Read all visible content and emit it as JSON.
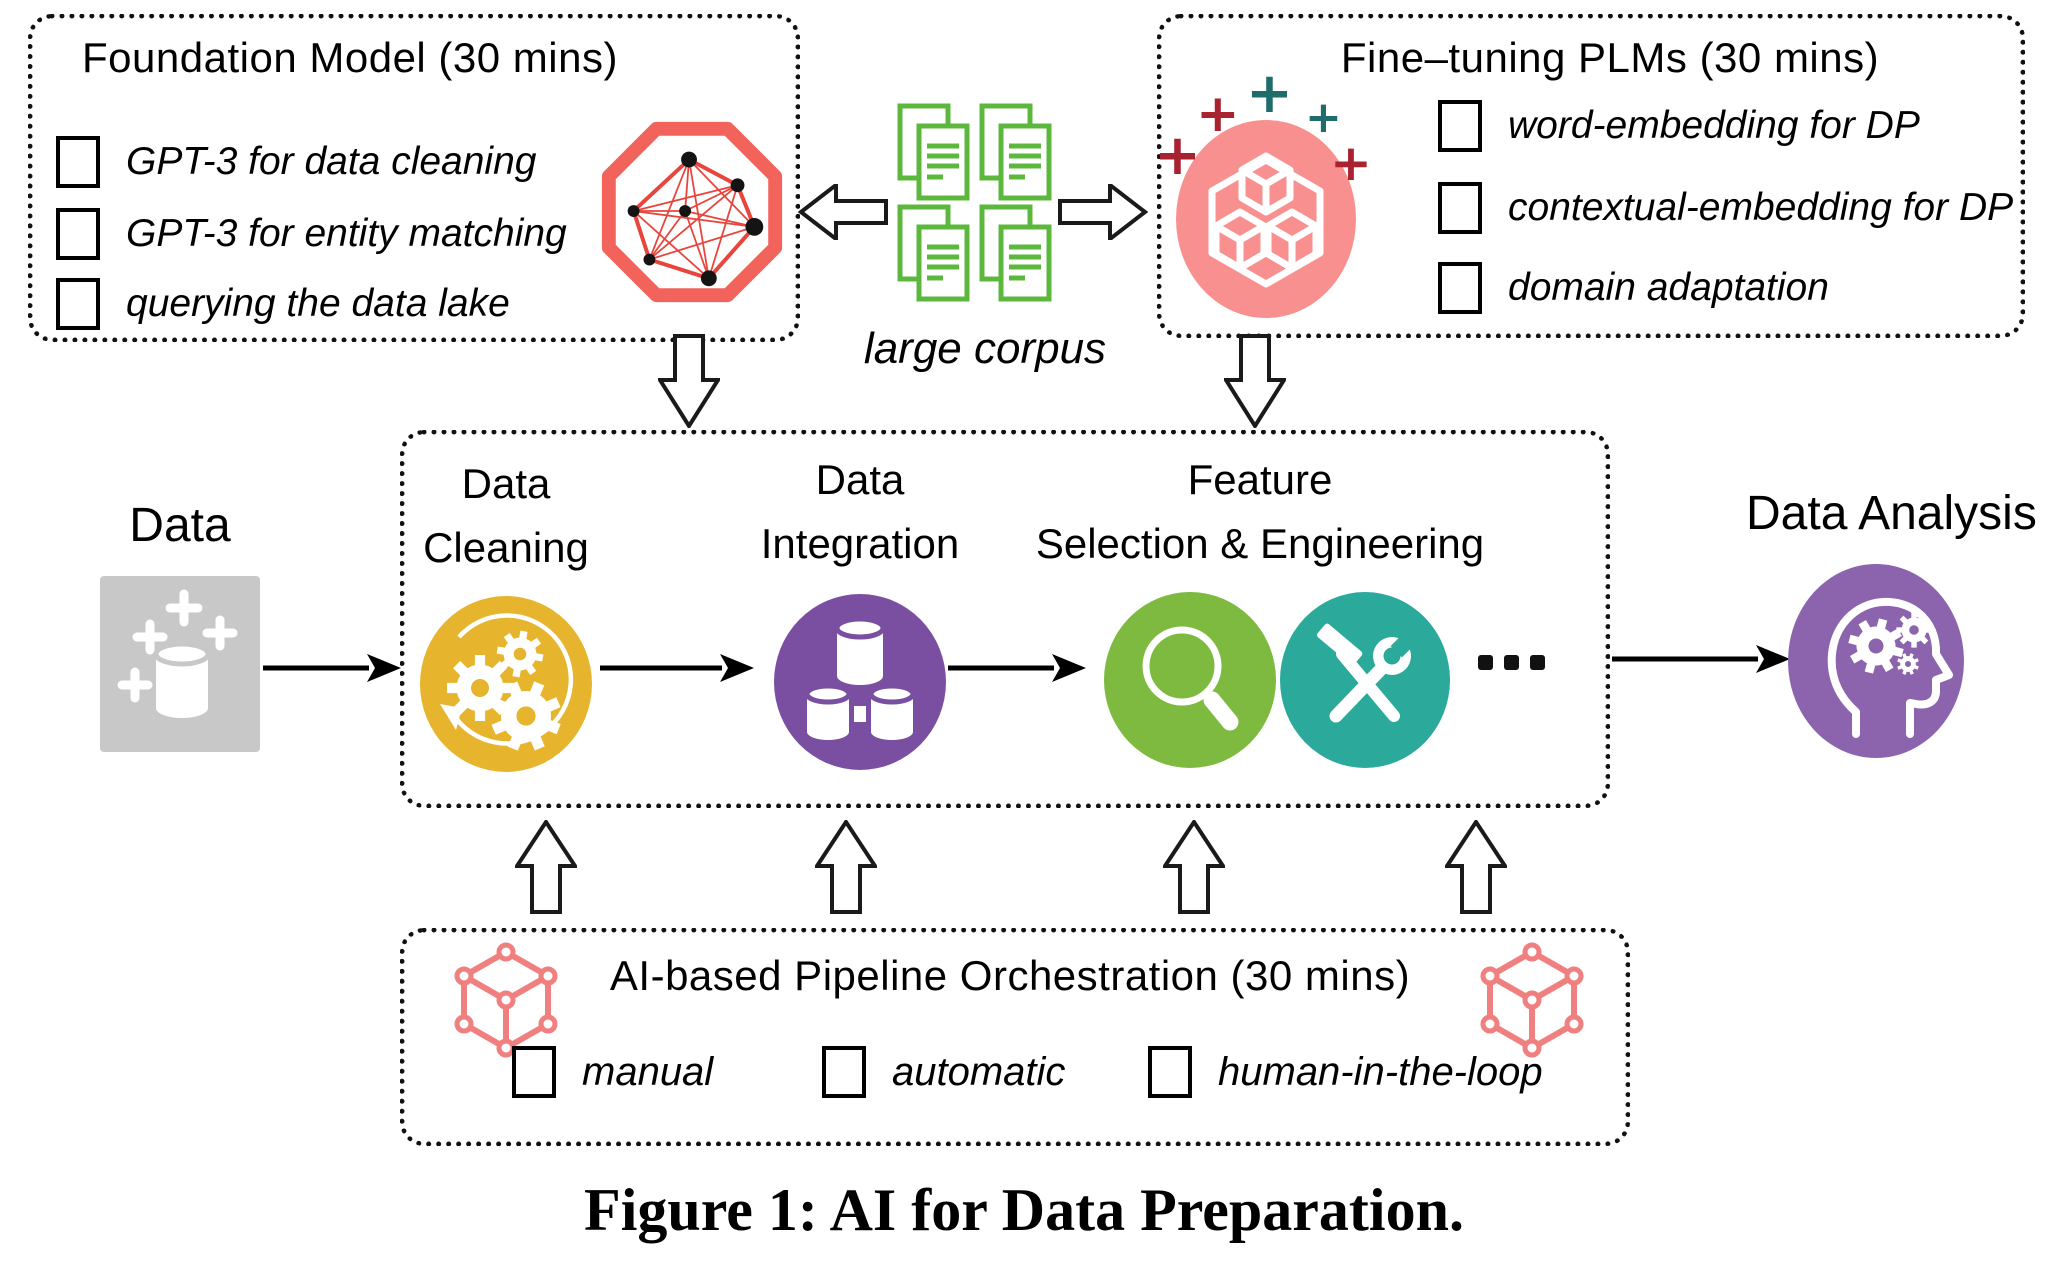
{
  "caption": "Figure 1: AI for Data Preparation.",
  "foundation_model_box": {
    "title": "Foundation Model (30 mins)",
    "icon": "network-graph-octagon-icon",
    "items": [
      {
        "label": "GPT-3 for data cleaning",
        "checked": false
      },
      {
        "label": "GPT-3 for entity matching",
        "checked": false
      },
      {
        "label": "querying the data lake",
        "checked": false
      }
    ]
  },
  "fine_tuning_box": {
    "title": "Fine–tuning PLMs (30 mins)",
    "icon": "stacked-cubes-circle-icon",
    "items": [
      {
        "label": "word-embedding for DP",
        "checked": false
      },
      {
        "label": "contextual-embedding for DP",
        "checked": false
      },
      {
        "label": "domain adaptation",
        "checked": false
      }
    ]
  },
  "corpus": {
    "label": "large corpus",
    "icon": "documents-stack-icon"
  },
  "input_node": {
    "label": "Data",
    "icon": "database-sparkles-icon"
  },
  "output_node": {
    "label": "Data Analysis",
    "icon": "head-gears-icon"
  },
  "pipeline_box": {
    "stage_labels": [
      {
        "line1": "Data",
        "line2": "Cleaning"
      },
      {
        "line1": "Data",
        "line2": "Integration"
      },
      {
        "line1": "Feature",
        "line2": "Selection & Engineering"
      }
    ],
    "icons": [
      "gears-refresh-icon",
      "databases-merge-icon",
      "magnifier-icon",
      "hammer-wrench-icon"
    ],
    "ellipsis": "..."
  },
  "orchestration_box": {
    "title": "AI-based Pipeline Orchestration (30 mins)",
    "icon": "cube-network-icon",
    "items": [
      {
        "label": "manual",
        "checked": false
      },
      {
        "label": "automatic",
        "checked": false
      },
      {
        "label": "human-in-the-loop",
        "checked": false
      }
    ]
  },
  "colors": {
    "octagon_red": "#f2635b",
    "network_red": "#e8453c",
    "plm_pink": "#f99090",
    "plus_crimson": "#a82230",
    "plus_teal": "#1e6c6c",
    "doc_green": "#5cb83c",
    "cleaning_yellow": "#e7b52d",
    "integration_purple": "#7a4fa1",
    "feature_green": "#7dba3f",
    "engineering_teal": "#2ba99b",
    "analysis_purple": "#8c64ad",
    "data_gray": "#c8c8c8",
    "cube_salmon": "#f08080"
  }
}
